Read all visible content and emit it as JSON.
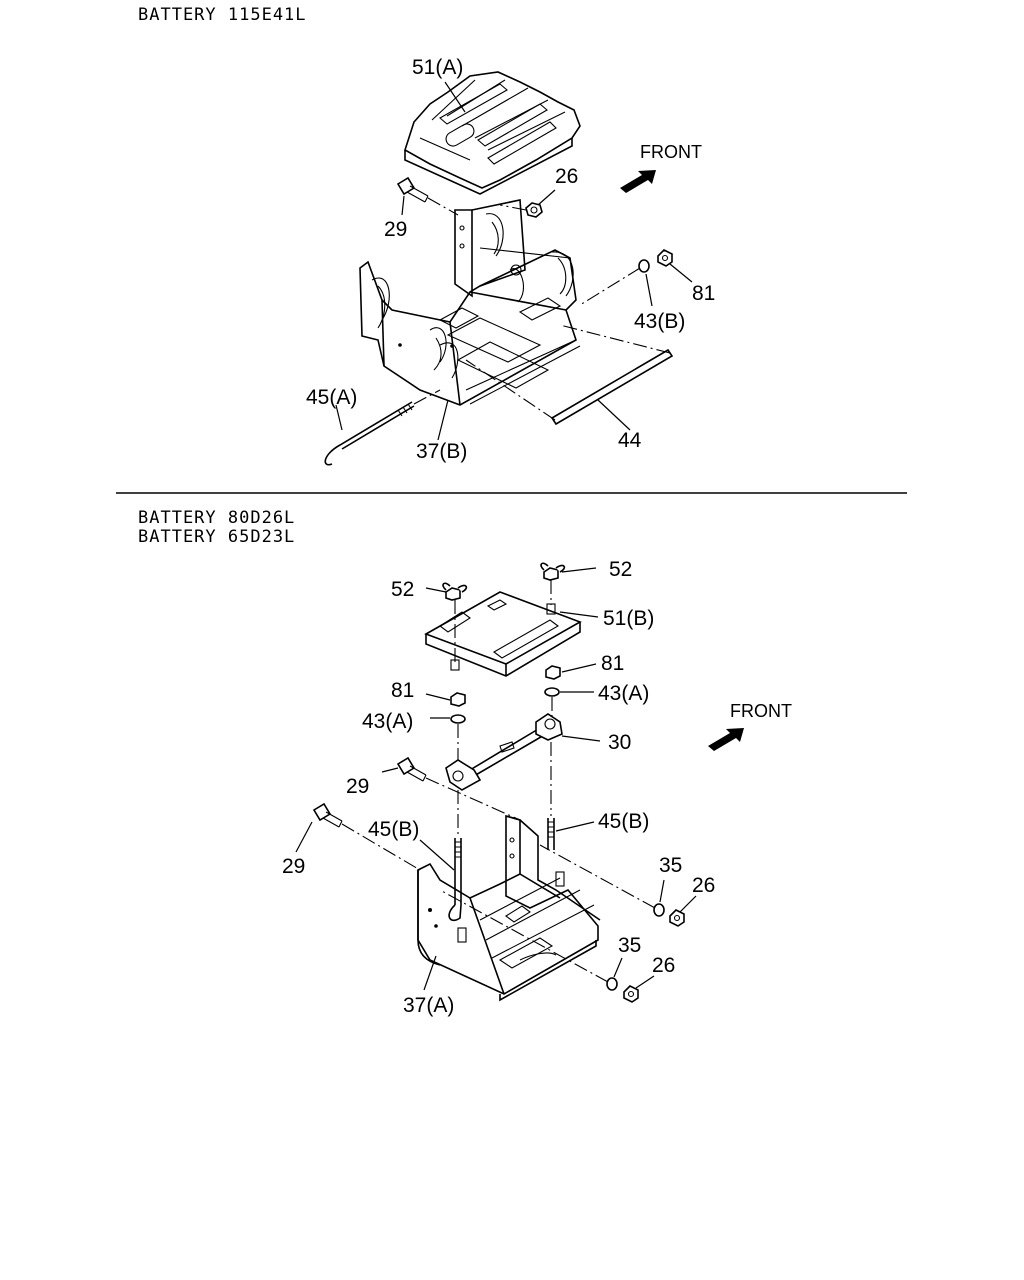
{
  "sections": [
    {
      "title": "BATTERY 115E41L",
      "front_label": "FRONT",
      "callouts": {
        "c51a": "51(A)",
        "c26": "26",
        "c29": "29",
        "c81": "81",
        "c43b": "43(B)",
        "c45a": "45(A)",
        "c37b": "37(B)",
        "c44": "44"
      }
    },
    {
      "title_line1": "BATTERY 80D26L",
      "title_line2": "BATTERY 65D23L",
      "front_label": "FRONT",
      "callouts": {
        "c52_left": "52",
        "c52_right": "52",
        "c51b": "51(B)",
        "c81_right": "81",
        "c81_left": "81",
        "c43a_right": "43(A)",
        "c43a_left": "43(A)",
        "c30": "30",
        "c29_upper": "29",
        "c29_lower": "29",
        "c45b_left": "45(B)",
        "c45b_right": "45(B)",
        "c35_upper": "35",
        "c26_upper": "26",
        "c35_lower": "35",
        "c26_lower": "26",
        "c37a": "37(A)"
      }
    }
  ]
}
